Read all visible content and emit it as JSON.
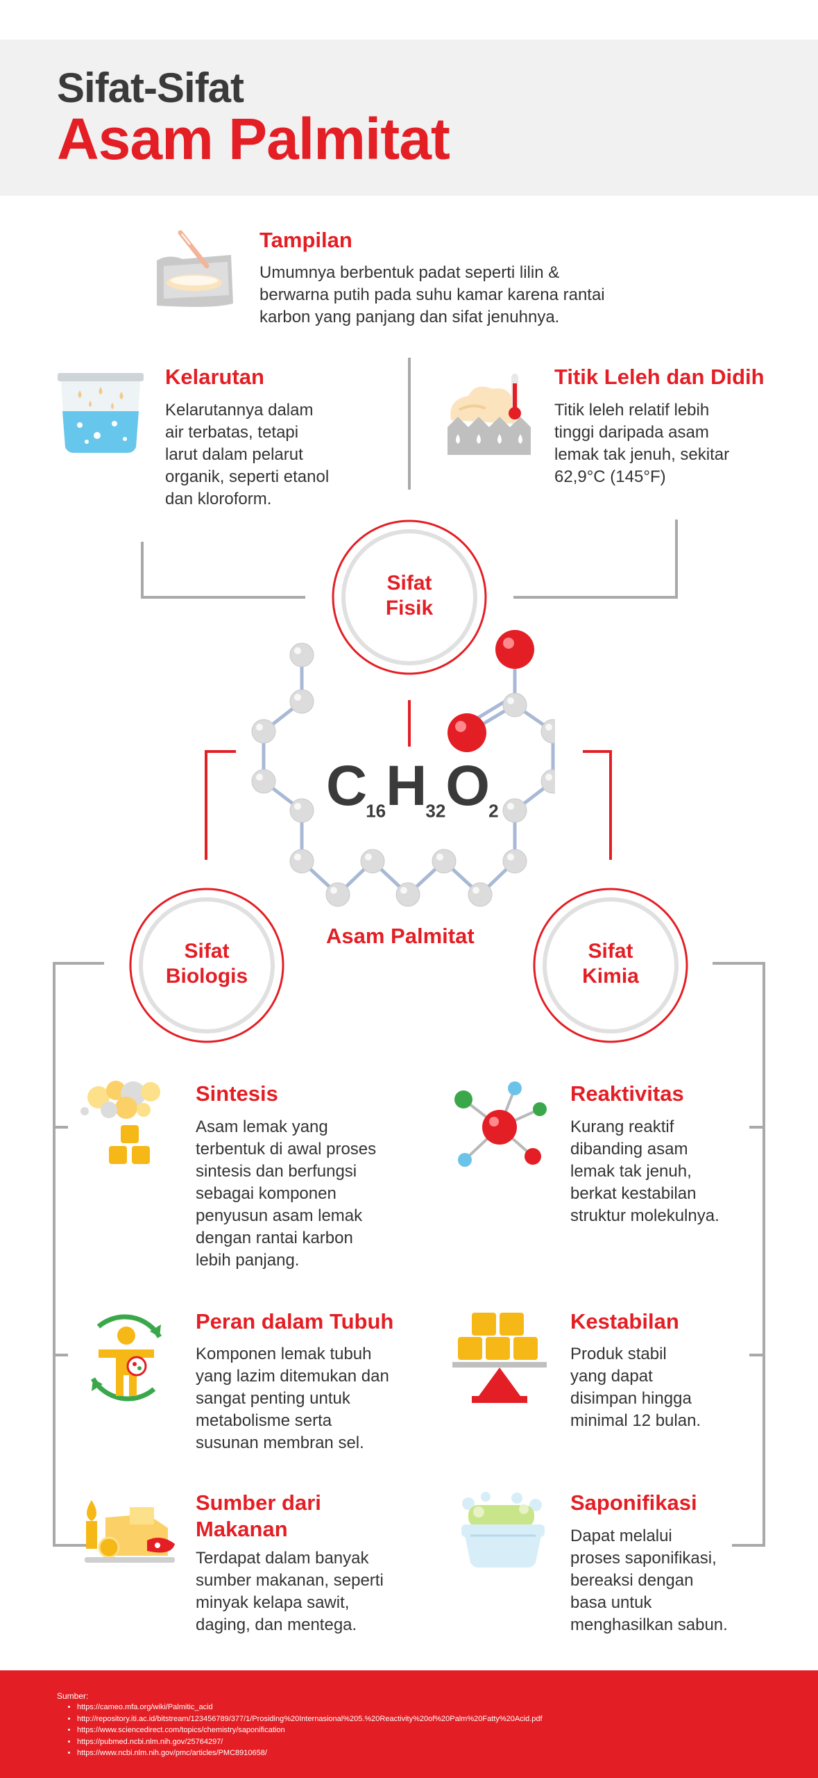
{
  "header": {
    "title_line1": "Sifat-Sifat",
    "title_line2": "Asam Palmitat"
  },
  "sections": {
    "tampilan": {
      "heading": "Tampilan",
      "lines": [
        "Umumnya berbentuk padat seperti lilin &",
        "berwarna putih pada suhu kamar karena rantai",
        "karbon yang panjang dan sifat jenuhnya."
      ]
    },
    "kelarutan": {
      "heading": "Kelarutan",
      "lines": [
        "Kelarutannya dalam",
        "air terbatas, tetapi",
        "larut dalam pelarut",
        "organik, seperti etanol",
        "dan kloroform."
      ]
    },
    "titik": {
      "heading": "Titik Leleh dan Didih",
      "lines": [
        "Titik leleh relatif lebih",
        "tinggi daripada asam",
        "lemak tak jenuh, sekitar",
        "62,9°C (145°F)"
      ]
    },
    "sintesis": {
      "heading": "Sintesis",
      "lines": [
        "Asam lemak yang",
        "terbentuk di awal proses",
        "sintesis dan berfungsi",
        "sebagai komponen",
        "penyusun asam lemak",
        "dengan rantai karbon",
        "lebih panjang."
      ]
    },
    "peran": {
      "heading": "Peran dalam Tubuh",
      "lines": [
        "Komponen lemak tubuh",
        "yang lazim ditemukan dan",
        "sangat penting untuk",
        "metabolisme serta",
        "susunan membran sel."
      ]
    },
    "sumber": {
      "heading_lines": [
        "Sumber dari",
        "Makanan"
      ],
      "lines": [
        "Terdapat dalam banyak",
        "sumber makanan, seperti",
        "minyak kelapa sawit,",
        "daging, dan mentega."
      ]
    },
    "reaktivitas": {
      "heading": "Reaktivitas",
      "lines": [
        "Kurang reaktif",
        "dibanding asam",
        "lemak tak jenuh,",
        "berkat kestabilan",
        "struktur molekulnya."
      ]
    },
    "kestabilan": {
      "heading": "Kestabilan",
      "lines": [
        "Produk stabil",
        "yang dapat",
        "disimpan hingga",
        "minimal 12 bulan."
      ]
    },
    "saponifikasi": {
      "heading": "Saponifikasi",
      "lines": [
        "Dapat melalui",
        "proses saponifikasi,",
        "bereaksi dengan",
        "basa untuk",
        "menghasilkan sabun."
      ]
    }
  },
  "circles": {
    "fisik": [
      "Sifat",
      "Fisik"
    ],
    "biologis": [
      "Sifat",
      "Biologis"
    ],
    "kimia": [
      "Sifat",
      "Kimia"
    ]
  },
  "molecule": {
    "formula": {
      "c": "C",
      "c_sub": "16",
      "h": "H",
      "h_sub": "32",
      "o": "O",
      "o_sub": "2"
    },
    "name": "Asam Palmitat"
  },
  "sources": {
    "title": "Sumber:",
    "items": [
      "https://cameo.mfa.org/wiki/Palmitic_acid",
      "http://repository.iti.ac.id/bitstream/123456789/377/1/Prosiding%20Internasional%205.%20Reactivity%20of%20Palm%20Fatty%20Acid.pdf",
      "https://www.sciencedirect.com/topics/chemistry/saponification",
      "https://pubmed.ncbi.nlm.nih.gov/25764297/",
      "https://www.ncbi.nlm.nih.gov/pmc/articles/PMC8910658/"
    ]
  },
  "colors": {
    "accent": "#e31e24",
    "dark": "#3a3a3a",
    "line": "#a9a9a9"
  }
}
